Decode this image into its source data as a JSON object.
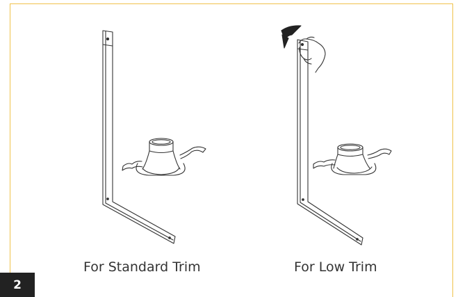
{
  "step": {
    "number": "2"
  },
  "captions": {
    "standard": "For Standard Trim",
    "low": "For Low Trim"
  },
  "icons": {
    "bracket": "l-shaped-trim-bracket",
    "housing": "recessed-light-housing-with-springs",
    "hand": "hand-bending-icon",
    "arrow": "bend-direction-arrow-icon"
  },
  "colors": {
    "border": "#f0c24a",
    "badge": "#222222",
    "line": "#333333"
  }
}
